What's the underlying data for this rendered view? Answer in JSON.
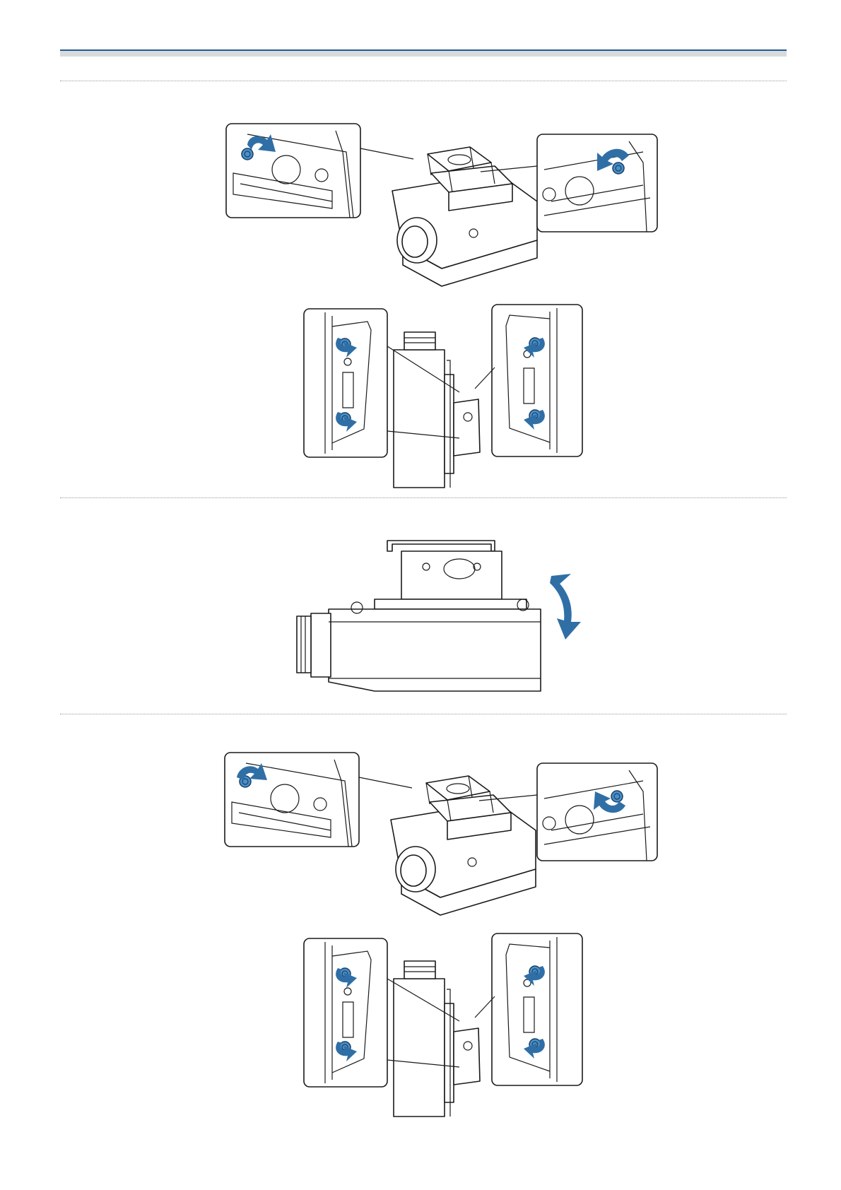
{
  "header": {
    "accent_color": "#1f5b94",
    "band_color": "#d9dadb"
  },
  "figures": [
    {
      "id": "fig1",
      "subject": "projector-bracket-top-view",
      "arrows": [
        "loosen-left",
        "loosen-right"
      ]
    },
    {
      "id": "fig2",
      "subject": "projector-bracket-side-view",
      "arrows": [
        "loosen-upper",
        "loosen-lower"
      ]
    },
    {
      "id": "fig3",
      "subject": "projector-tilt-side-view",
      "arrows": [
        "tilt"
      ]
    },
    {
      "id": "fig4",
      "subject": "projector-bracket-top-view",
      "arrows": [
        "tighten-left",
        "tighten-right"
      ]
    },
    {
      "id": "fig5",
      "subject": "projector-bracket-side-view",
      "arrows": [
        "tighten-upper",
        "tighten-lower"
      ]
    }
  ],
  "colors": {
    "knob": "#4a90c8",
    "arrow": "#2f6fa6",
    "line": "#1a1a1a"
  }
}
